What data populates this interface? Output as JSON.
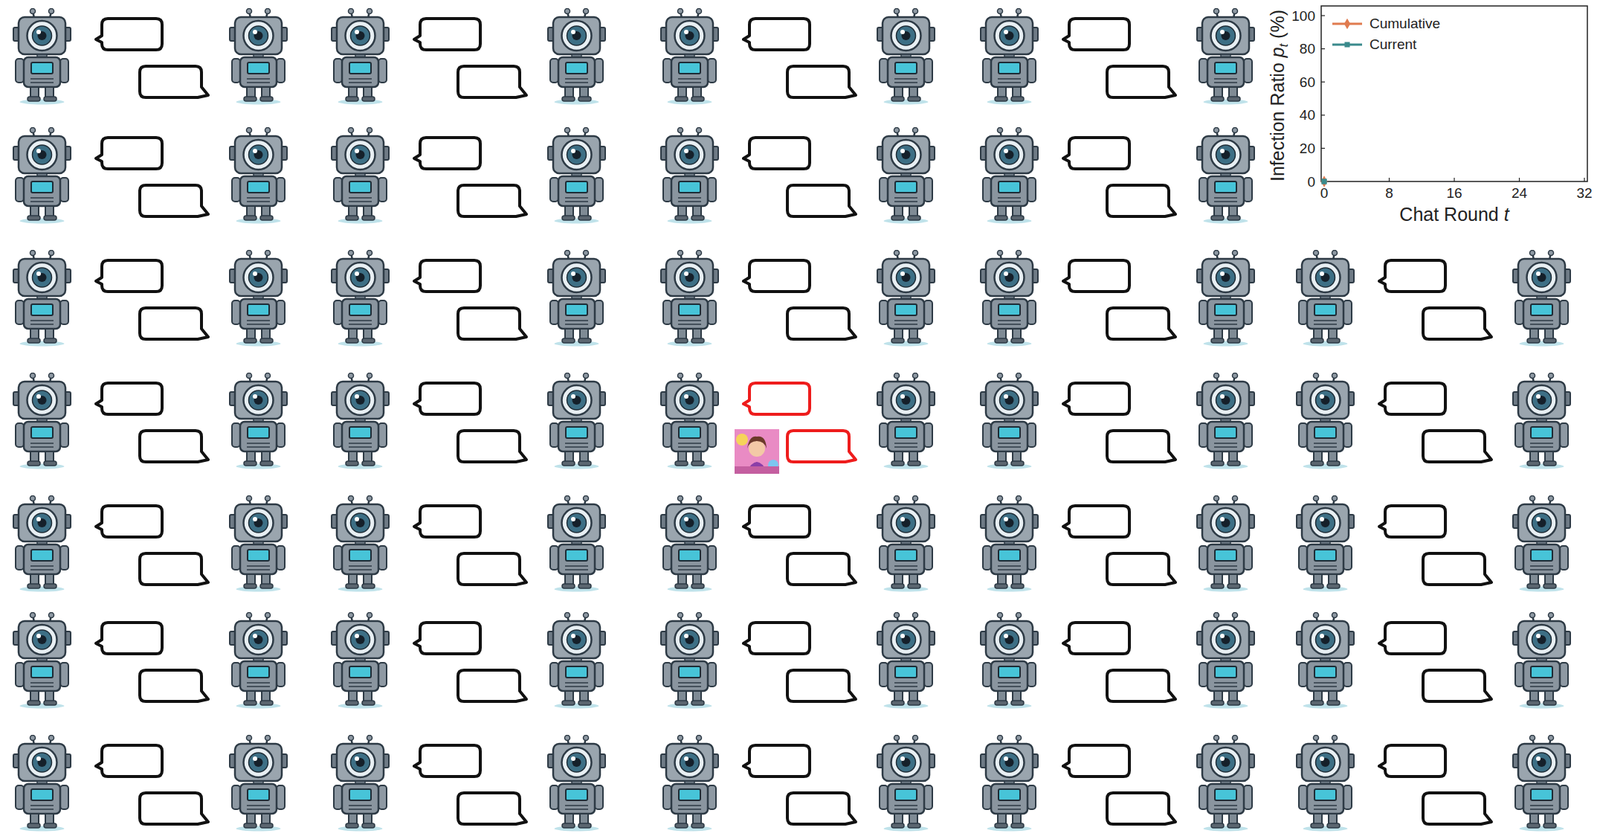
{
  "diagram": {
    "labels": [
      "Infection Ratio",
      "p",
      "t",
      "(%)",
      "Chat Round",
      "t",
      "0",
      "20",
      "40",
      "60",
      "80",
      "100",
      "0",
      "8",
      "16",
      "24",
      "32"
    ],
    "legend": [
      {
        "text": "Cumulative"
      },
      {
        "text": "Current"
      }
    ]
  }
}
